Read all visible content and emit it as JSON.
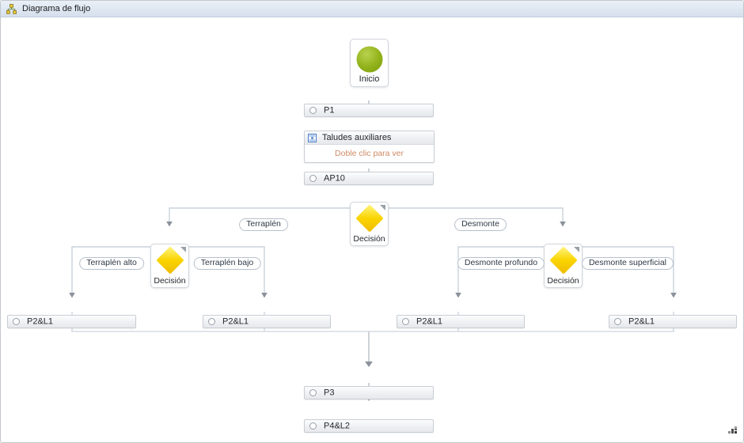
{
  "window": {
    "title": "Diagrama de flujo"
  },
  "flowchart": {
    "start": {
      "label": "Inicio"
    },
    "process_boxes": {
      "p1": "P1",
      "ap10": "AP10",
      "p2l1": "P2&L1",
      "p3": "P3",
      "p4l2": "P4&L2"
    },
    "subprocess": {
      "label": "Taludes auxiliares",
      "hint": "Doble clic para ver"
    },
    "decision": {
      "label": "Decisión"
    },
    "branch_labels": {
      "terraplen": "Terraplén",
      "desmonte": "Desmonte",
      "terraplen_alto": "Terraplén alto",
      "terraplen_bajo": "Terraplén bajo",
      "desmonte_profundo": "Desmonte profundo",
      "desmonte_superficial": "Desmonte superficial"
    }
  },
  "icons": {
    "titlebar": "flowchart-icon",
    "subprocess": "subprocess-icon",
    "start": "start-circle-icon",
    "decision": "decision-diamond-icon",
    "decision_corner": "collapse-corner-icon",
    "activity": "state-dot-icon",
    "grip": "resize-grip-icon"
  },
  "colors": {
    "start_green": "#8fae15",
    "decision_yellow": "#f8d000",
    "hint_orange": "#cf8b66",
    "connector": "#c9d2dc",
    "arrowhead": "#8b929b",
    "titlebar_bg": "#dde6f1"
  }
}
